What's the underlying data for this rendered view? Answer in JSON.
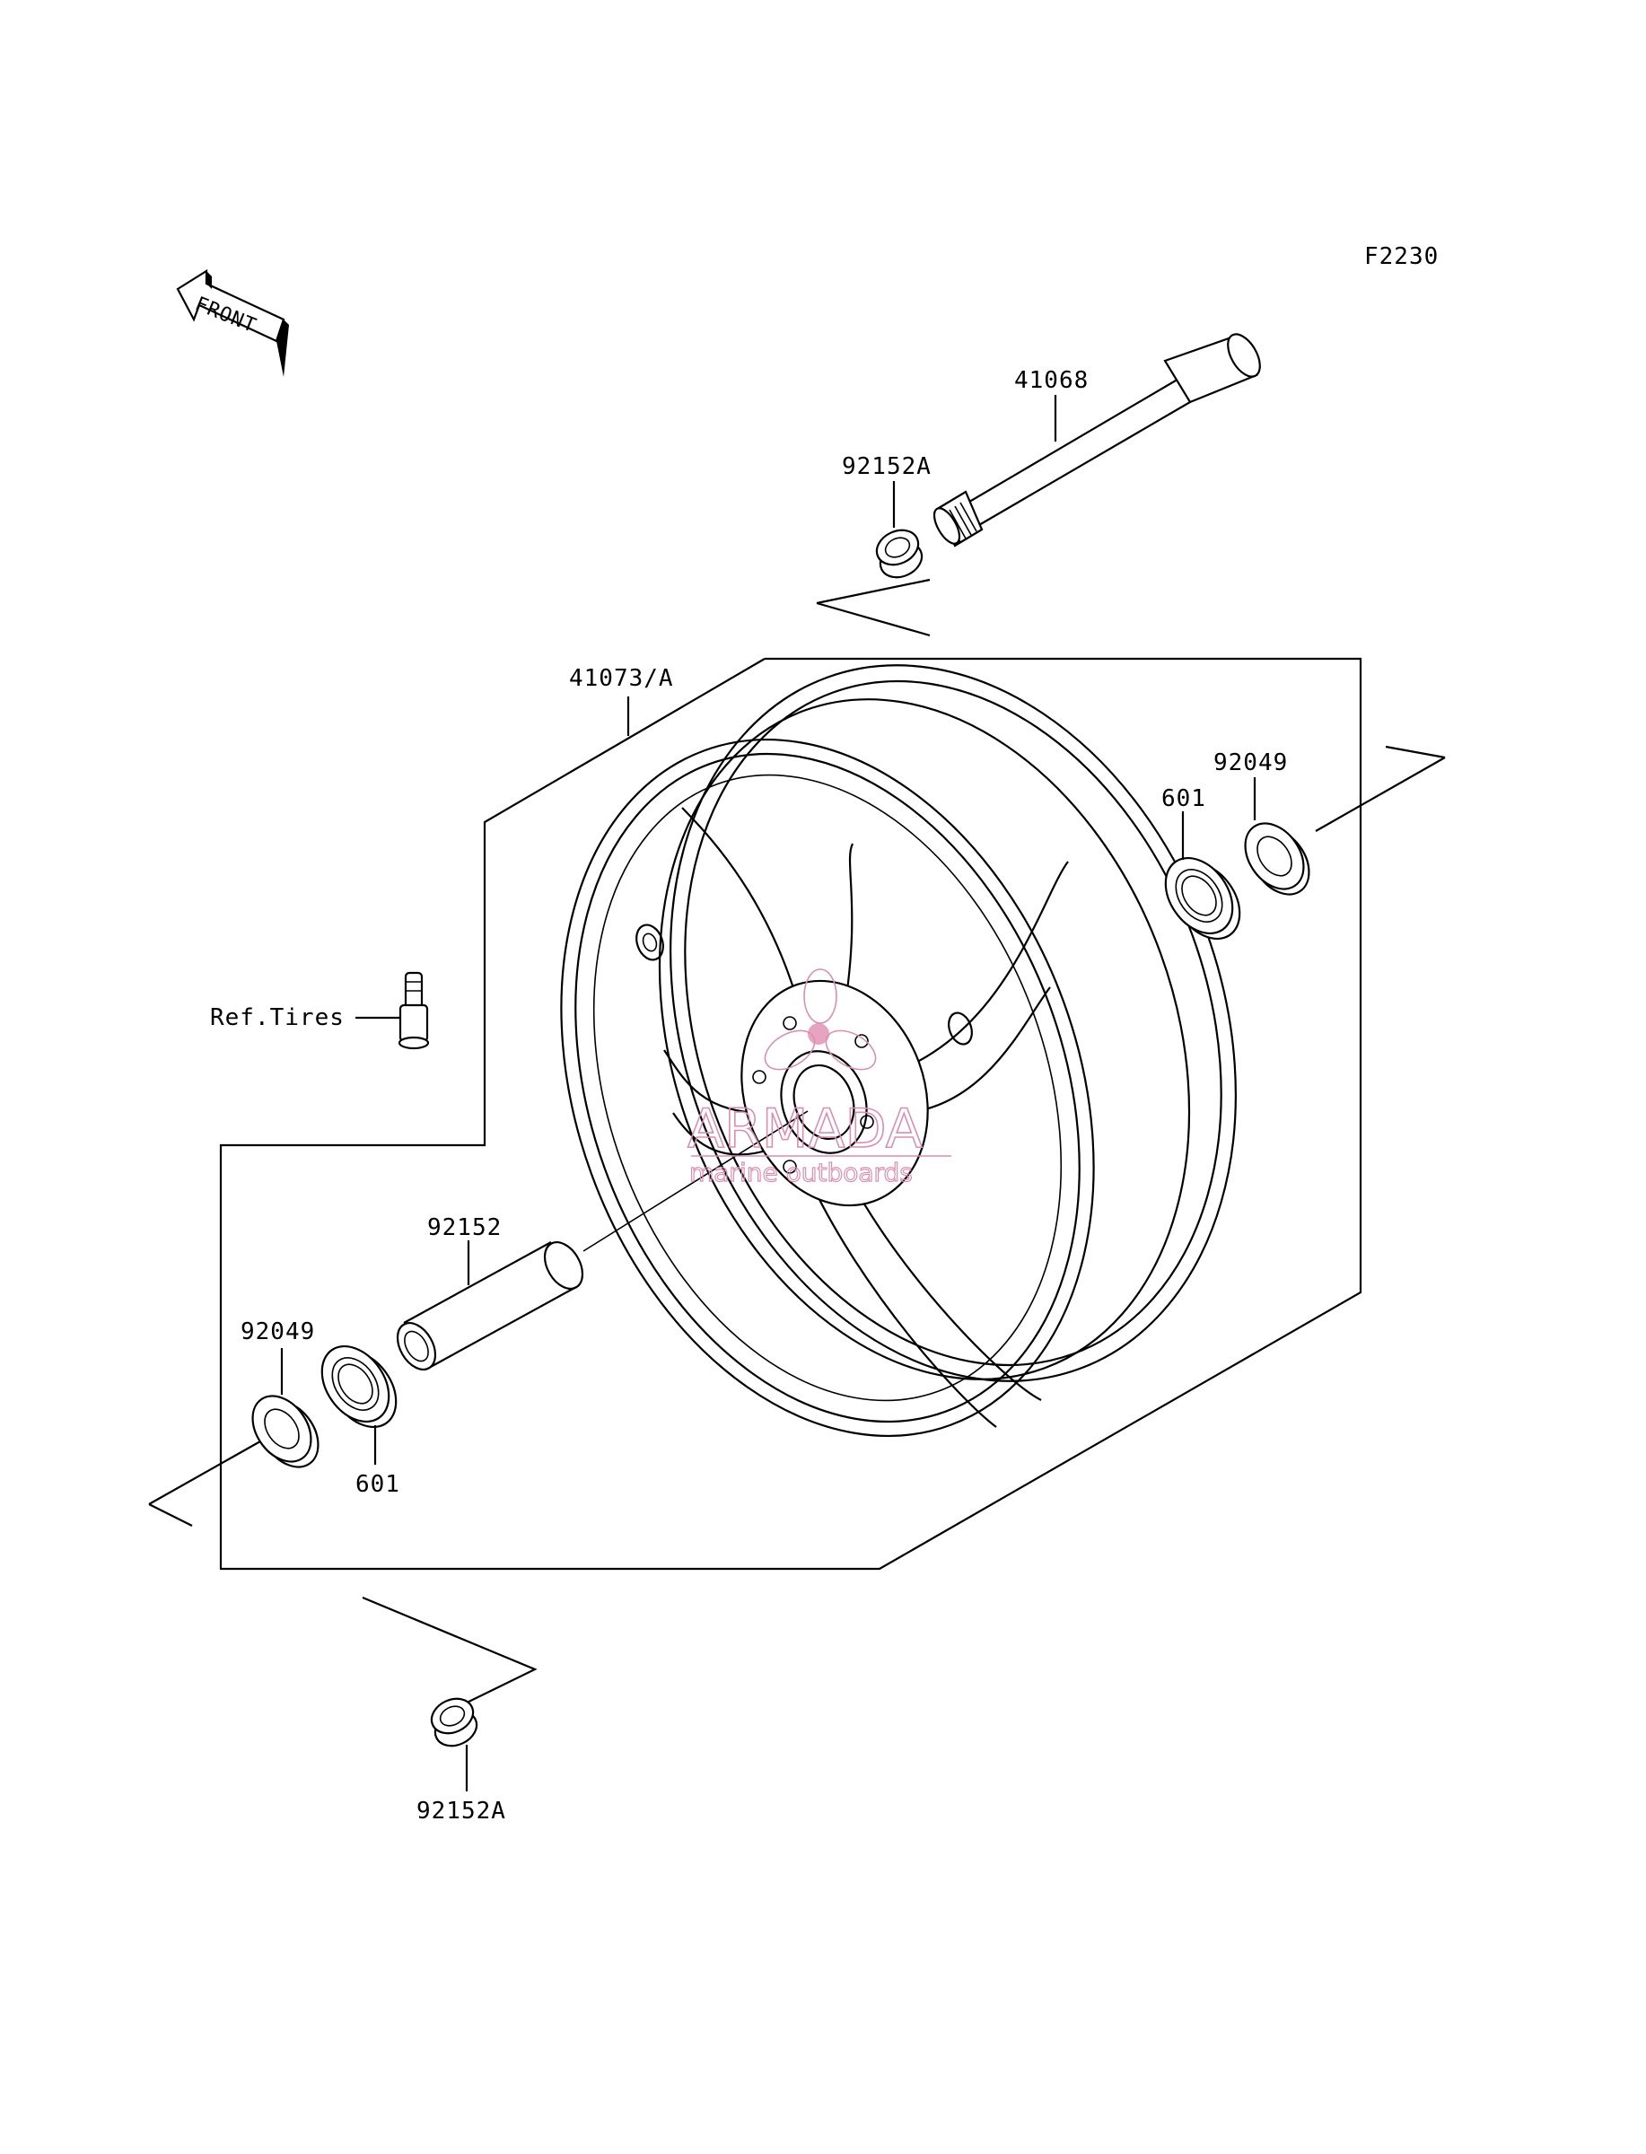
{
  "diagram": {
    "code": "F2230",
    "front_label": "FRONT",
    "ref_label": "Ref.Tires",
    "parts": {
      "axle": "41068",
      "collar_top": "92152A",
      "wheel": "41073/A",
      "seal_right": "92049",
      "bearing_right": "601",
      "spacer": "92152",
      "seal_left": "92049",
      "bearing_left": "601",
      "collar_bottom": "92152A"
    }
  },
  "watermark": {
    "brand": "ARMADA",
    "tagline": "marine outboards",
    "color": "#d98fb0"
  }
}
